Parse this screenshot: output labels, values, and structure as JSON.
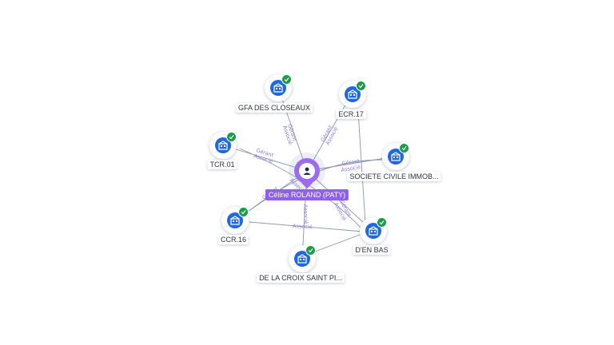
{
  "graph": {
    "center": {
      "name": "Céline ROLAND (PATY)",
      "icon": "person-icon",
      "color": "#8e5ff0"
    },
    "nodes": [
      {
        "id": "gfa",
        "label": "GFA DES CLOSEAUX",
        "icon": "building-icon",
        "status": "verified-check-icon"
      },
      {
        "id": "ecr17",
        "label": "ECR.17",
        "icon": "building-icon",
        "status": "verified-check-icon"
      },
      {
        "id": "tcr01",
        "label": "TCR.01",
        "icon": "building-icon",
        "status": "verified-check-icon"
      },
      {
        "id": "societe",
        "label": "SOCIETE CIVILE IMMOB...",
        "icon": "building-icon",
        "status": "verified-check-icon"
      },
      {
        "id": "ccr16",
        "label": "CCR.16",
        "icon": "building-icon",
        "status": "verified-check-icon"
      },
      {
        "id": "denbas",
        "label": "D'EN BAS",
        "icon": "building-icon",
        "status": "verified-check-icon"
      },
      {
        "id": "croix",
        "label": "DE LA CROIX SAINT PI...",
        "icon": "building-icon",
        "status": "verified-check-icon"
      }
    ],
    "edge_labels": {
      "gerant": "Gérant",
      "associe": "Associé"
    },
    "colors": {
      "company_node": "#1f68e0",
      "verified": "#1e9a4b",
      "edge": "#8a94b0",
      "edge_label": "#8a7ad8"
    }
  }
}
